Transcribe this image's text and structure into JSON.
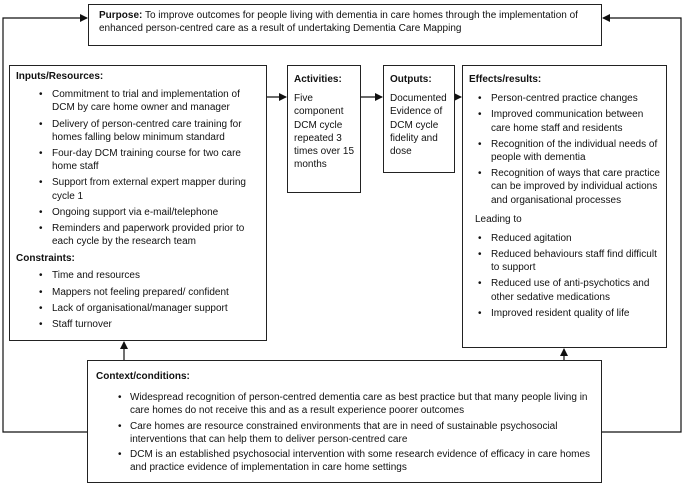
{
  "purpose": {
    "heading": "Purpose:",
    "text": "To improve outcomes for people living with dementia in care homes through the implementation of enhanced person-centred care as a result of undertaking Dementia Care Mapping"
  },
  "inputs": {
    "heading": "Inputs/Resources:",
    "items": [
      "Commitment to trial and implementation of DCM by care home owner and manager",
      "Delivery of person-centred care training for homes falling below minimum standard",
      "Four-day DCM training course for two care home staff",
      "Support from external expert mapper during cycle 1",
      "Ongoing support via e-mail/telephone",
      "Reminders and paperwork provided prior to each cycle by the research team"
    ],
    "constraints_heading": "Constraints:",
    "constraints": [
      "Time and resources",
      "Mappers not feeling prepared/ confident",
      "Lack of organisational/manager support",
      "Staff turnover"
    ]
  },
  "activities": {
    "heading": "Activities:",
    "text": "Five component DCM cycle repeated 3 times over 15 months"
  },
  "outputs": {
    "heading": "Outputs:",
    "text": "Documented Evidence of DCM cycle fidelity and dose"
  },
  "effects": {
    "heading": "Effects/results:",
    "items": [
      "Person-centred practice changes",
      "Improved communication between care home staff and residents",
      "Recognition of the individual needs of people with dementia",
      "Recognition of ways that care practice can be improved  by individual actions  and organisational processes"
    ],
    "leading_label": "Leading to",
    "leading_items": [
      "Reduced agitation",
      "Reduced behaviours staff find difficult to support",
      "Reduced use of anti-psychotics and other sedative medications",
      "Improved resident quality of life"
    ]
  },
  "context": {
    "heading": "Context/conditions:",
    "items": [
      "Widespread recognition of person-centred dementia care as best practice but that many people living in care homes do not receive this and as a result experience poorer outcomes",
      "Care homes are resource constrained environments that are in need of sustainable psychosocial interventions that can help them to deliver person-centred care",
      "DCM is an established psychosocial intervention with some research evidence of efficacy in care homes and practice evidence of implementation in care home settings"
    ]
  }
}
